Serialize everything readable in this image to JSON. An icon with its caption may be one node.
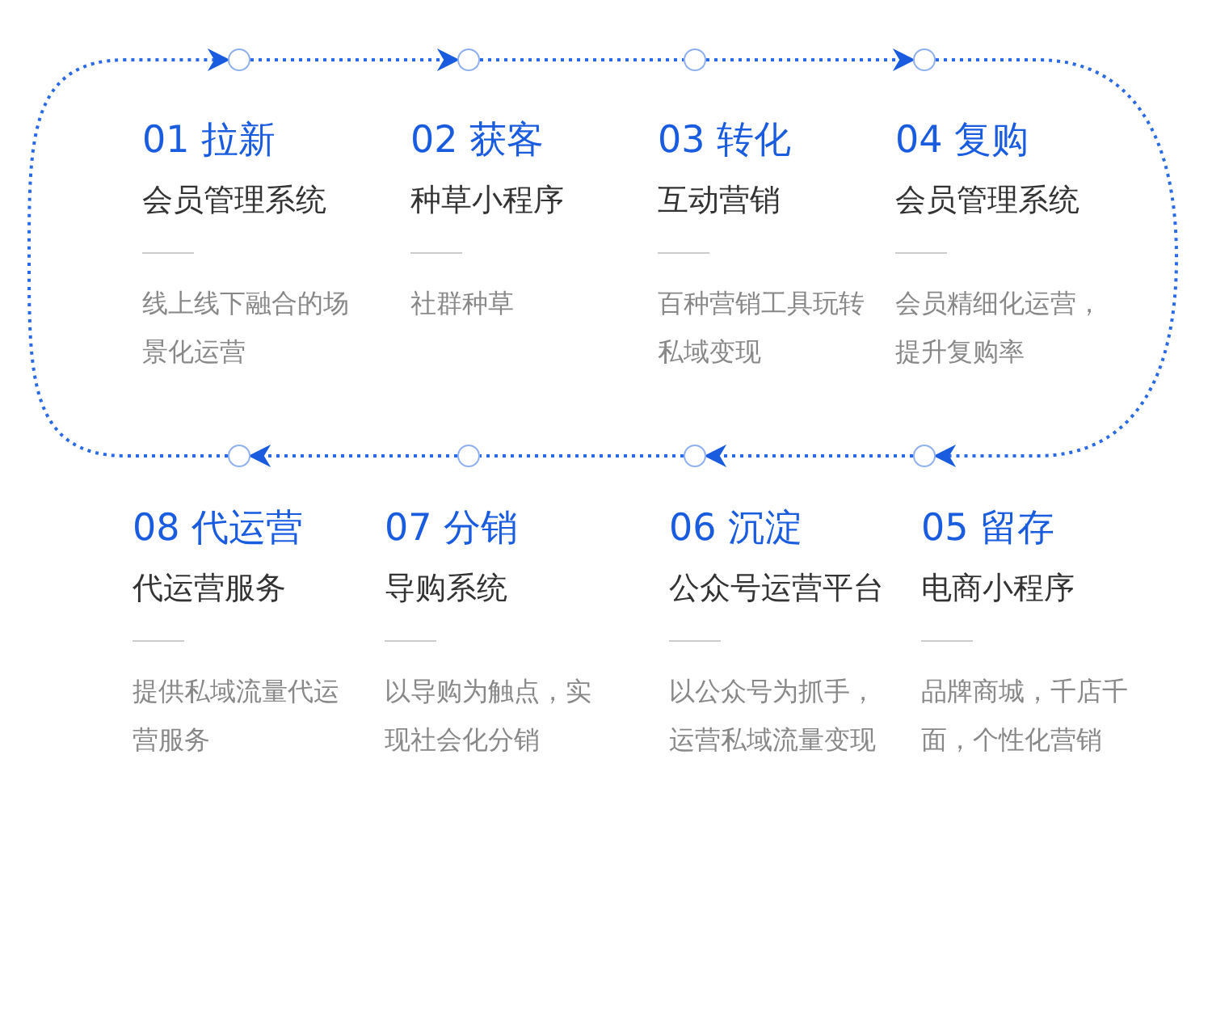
{
  "diagram": {
    "nodes": [
      {
        "text": [
          "01 拉新",
          "会员管理系统",
          "线上线下融合的场景化运营"
        ]
      },
      {
        "text": [
          "02 获客",
          "种草小程序",
          "社群种草"
        ]
      },
      {
        "text": [
          "03 转化",
          "互动营销",
          "百种营销工具玩转私域变现"
        ]
      },
      {
        "text": [
          "04 复购",
          "会员管理系统",
          "会员精细化运营，提升复购率"
        ]
      },
      {
        "text": [
          "08 代运营",
          "代运营服务",
          "提供私域流量代运营服务"
        ]
      },
      {
        "text": [
          "07 分销",
          "导购系统",
          "以导购为触点，实现社会化分销"
        ]
      },
      {
        "text": [
          "06 沉淀",
          "公众号运营平台",
          "以公众号为抓手，运营私域流量变现"
        ]
      },
      {
        "text": [
          "05 留存",
          "电商小程序",
          "品牌商城，千店千面，个性化营销"
        ]
      },
      {
        "text": [],
        "shape": "circle"
      },
      {
        "text": [],
        "shape": "circle"
      },
      {
        "text": [],
        "shape": "circle"
      },
      {
        "text": [],
        "shape": "circle"
      },
      {
        "text": [],
        "shape": "circle"
      },
      {
        "text": [],
        "shape": "circle"
      },
      {
        "text": [],
        "shape": "circle"
      },
      {
        "text": [],
        "shape": "circle"
      }
    ],
    "edges": [
      {
        "from": 8,
        "to": 9,
        "arrow": "to",
        "style": "dashed"
      },
      {
        "from": 9,
        "to": 10,
        "arrow": "none",
        "style": "dashed"
      },
      {
        "from": 10,
        "to": 11,
        "arrow": "to",
        "style": "dashed"
      },
      {
        "from": 11,
        "to": 15,
        "arrow": "to",
        "style": "dashed"
      },
      {
        "from": 15,
        "to": 14,
        "arrow": "to",
        "style": "dashed"
      },
      {
        "from": 14,
        "to": 13,
        "arrow": "none",
        "style": "dashed"
      },
      {
        "from": 13,
        "to": 12,
        "arrow": "to",
        "style": "dashed"
      },
      {
        "from": 12,
        "to": 8,
        "arrow": "to",
        "style": "dashed"
      }
    ]
  }
}
